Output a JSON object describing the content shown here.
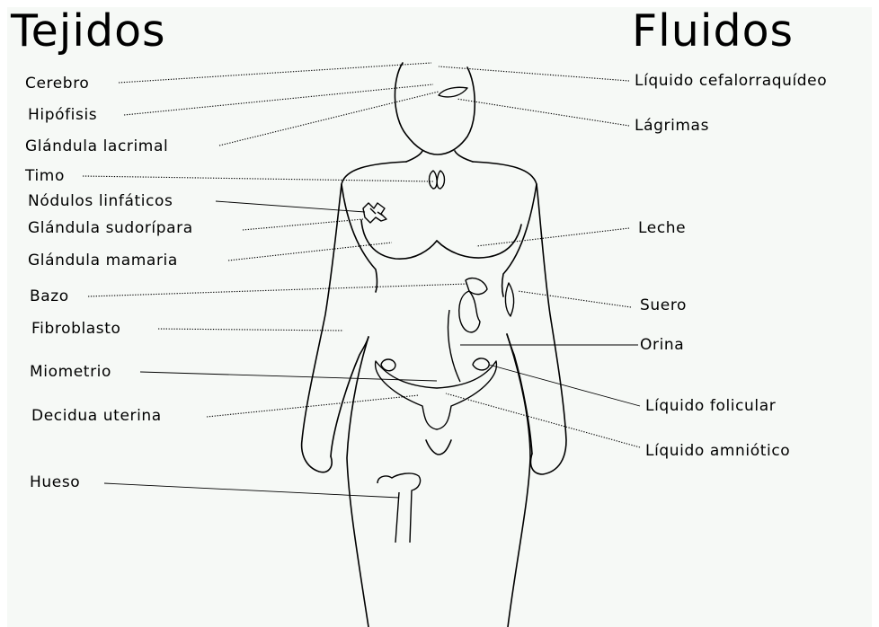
{
  "headings": {
    "tissues": "Tejidos",
    "fluids": "Fluidos"
  },
  "tissues": [
    "Cerebro",
    "Hipófisis",
    "Glándula lacrimal",
    "Timo",
    "Nódulos linfáticos",
    "Glándula sudorípara",
    "Glándula mamaria",
    "Bazo",
    "Fibroblasto",
    "Miometrio",
    "Decidua uterina",
    "Hueso"
  ],
  "fluids": [
    "Líquido cefalorraquídeo",
    "Lágrimas",
    "Leche",
    "Suero",
    "Orina",
    "Líquido folicular",
    "Líquido amniótico"
  ],
  "colors": {
    "background": "#f6f9f6",
    "ink": "#000000"
  }
}
